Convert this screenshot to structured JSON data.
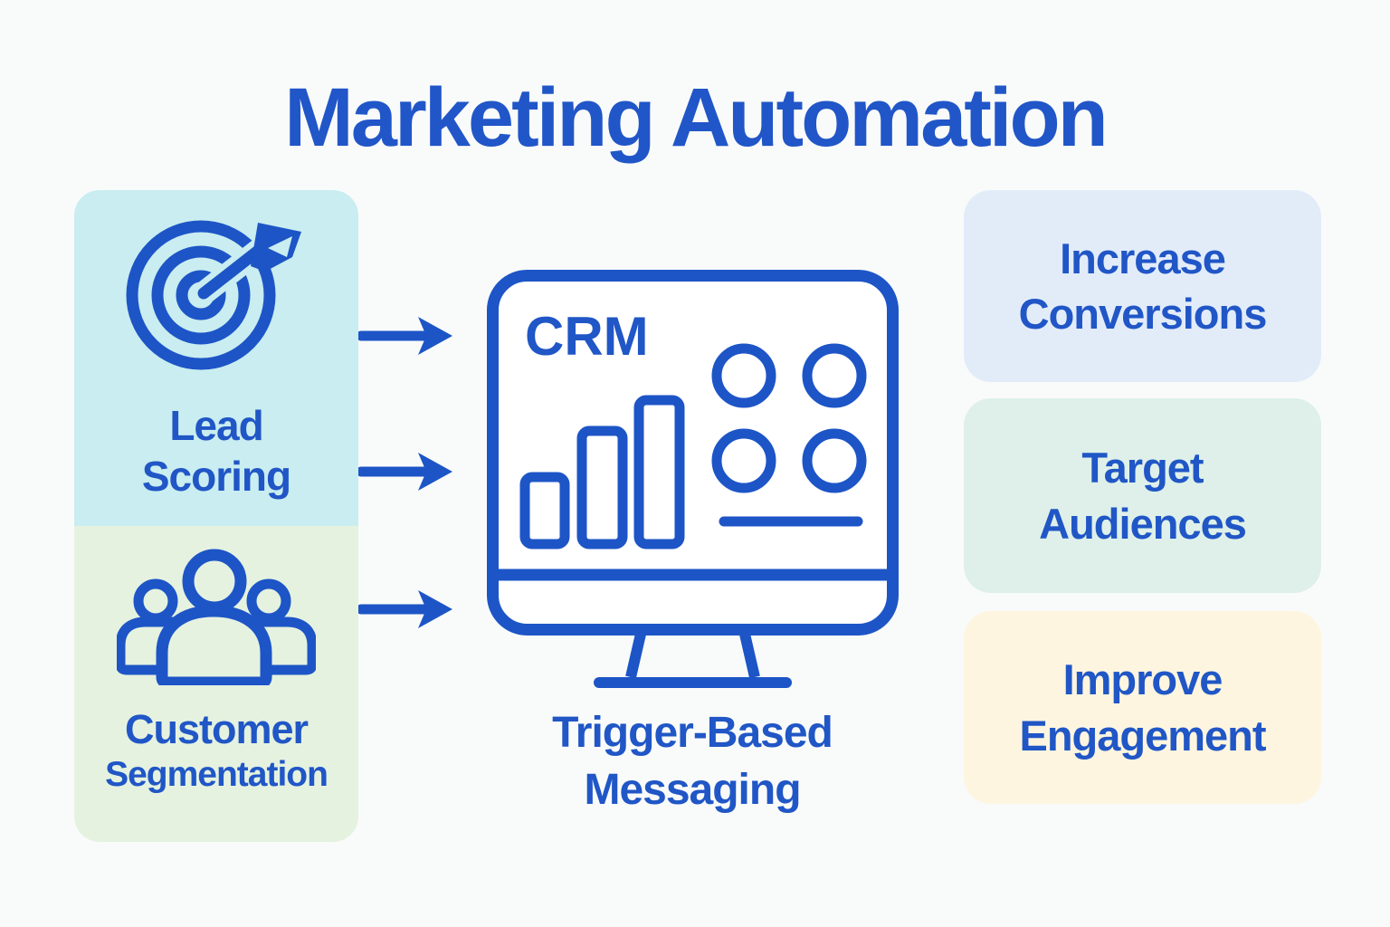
{
  "title": "Marketing Automation",
  "palette": {
    "text_blue": "#2056C6",
    "stroke_blue": "#1D55C7",
    "lead_scoring_bg": "#C9EDF0",
    "customer_segmentation_bg": "#E5F2E0",
    "increase_conversions_bg": "#E2ECF9",
    "target_audiences_bg": "#DEF0E9",
    "improve_engagement_bg": "#FDF5DF",
    "page_bg": "#F9FBFA"
  },
  "inputs": [
    {
      "id": "lead-scoring",
      "icon": "target-icon",
      "line1": "Lead",
      "line2": "Scoring"
    },
    {
      "id": "customer-segmentation",
      "icon": "people-icon",
      "line1": "Customer",
      "line2": "Segmentation"
    }
  ],
  "crm": {
    "icon": "crm-monitor-icon",
    "screen_label": "CRM",
    "caption_line1": "Trigger-Based",
    "caption_line2": "Messaging"
  },
  "outcomes": [
    {
      "id": "increase-conversions",
      "line1": "Increase",
      "line2": "Conversions"
    },
    {
      "id": "target-audiences",
      "line1": "Target",
      "line2": "Audiences"
    },
    {
      "id": "improve-engagement",
      "line1": "Improve",
      "line2": "Engagement"
    }
  ]
}
